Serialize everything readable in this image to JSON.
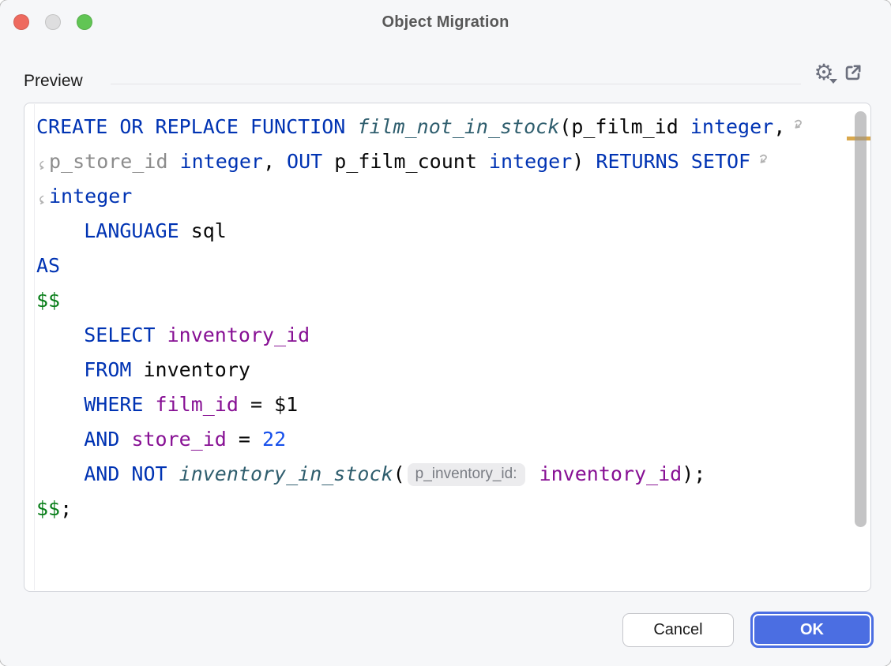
{
  "window": {
    "title": "Object Migration"
  },
  "titlebar": {
    "controls": [
      {
        "name": "close",
        "color": "#EE6A5F"
      },
      {
        "name": "minimize",
        "color": "#DEDEDF"
      },
      {
        "name": "zoom",
        "color": "#61C554"
      }
    ]
  },
  "preview": {
    "label": "Preview",
    "icons": [
      {
        "name": "settings-gear-icon",
        "glyph": "⚙",
        "has_dropdown_caret": true
      },
      {
        "name": "open-in-editor-icon"
      }
    ],
    "icon_color": "#6C707E"
  },
  "editor": {
    "background": "#FFFFFF",
    "error_stripe_color": "#D9A84C",
    "wrap_marker_color": "#B2B2B2",
    "lines": [
      [
        {
          "t": "CREATE OR REPLACE FUNCTION ",
          "y": "kw"
        },
        {
          "t": "film_not_in_stock",
          "y": "fn"
        },
        {
          "t": "(",
          "y": "pl"
        },
        {
          "t": "p_film_id ",
          "y": "pl"
        },
        {
          "t": "integer",
          "y": "kw"
        },
        {
          "t": ",",
          "y": "pl"
        },
        {
          "y": "wrap-end"
        }
      ],
      [
        {
          "y": "wrap-start"
        },
        {
          "t": "p_store_id",
          "y": "gray"
        },
        {
          "t": " ",
          "y": "pl"
        },
        {
          "t": "integer",
          "y": "kw"
        },
        {
          "t": ", ",
          "y": "pl"
        },
        {
          "t": "OUT",
          "y": "kw"
        },
        {
          "t": " p_film_count ",
          "y": "pl"
        },
        {
          "t": "integer",
          "y": "kw"
        },
        {
          "t": ") ",
          "y": "pl"
        },
        {
          "t": "RETURNS SETOF",
          "y": "kw"
        },
        {
          "y": "wrap-end"
        }
      ],
      [
        {
          "y": "wrap-start"
        },
        {
          "t": "integer",
          "y": "kw"
        }
      ],
      [
        {
          "t": "    ",
          "y": "pl"
        },
        {
          "t": "LANGUAGE",
          "y": "kw"
        },
        {
          "t": " sql",
          "y": "pl"
        }
      ],
      [
        {
          "t": "AS",
          "y": "kw"
        }
      ],
      [
        {
          "t": "$$",
          "y": "str"
        }
      ],
      [
        {
          "t": "    ",
          "y": "pl"
        },
        {
          "t": "SELECT",
          "y": "kw"
        },
        {
          "t": " ",
          "y": "pl"
        },
        {
          "t": "inventory_id",
          "y": "col"
        }
      ],
      [
        {
          "t": "    ",
          "y": "pl"
        },
        {
          "t": "FROM",
          "y": "kw"
        },
        {
          "t": " inventory",
          "y": "pl"
        }
      ],
      [
        {
          "t": "    ",
          "y": "pl"
        },
        {
          "t": "WHERE",
          "y": "kw"
        },
        {
          "t": " ",
          "y": "pl"
        },
        {
          "t": "film_id",
          "y": "col"
        },
        {
          "t": " = $1",
          "y": "pl"
        }
      ],
      [
        {
          "t": "    ",
          "y": "pl"
        },
        {
          "t": "AND",
          "y": "kw"
        },
        {
          "t": " ",
          "y": "pl"
        },
        {
          "t": "store_id",
          "y": "col"
        },
        {
          "t": " = ",
          "y": "pl"
        },
        {
          "t": "22",
          "y": "num"
        }
      ],
      [
        {
          "t": "    ",
          "y": "pl"
        },
        {
          "t": "AND NOT",
          "y": "kw"
        },
        {
          "t": " ",
          "y": "pl"
        },
        {
          "t": "inventory_in_stock",
          "y": "fn"
        },
        {
          "t": "(",
          "y": "pl"
        },
        {
          "t": "p_inventory_id:",
          "y": "inlay"
        },
        {
          "t": " ",
          "y": "pl"
        },
        {
          "t": "inventory_id",
          "y": "col"
        },
        {
          "t": ");",
          "y": "pl"
        }
      ],
      [
        {
          "t": "$$",
          "y": "str"
        },
        {
          "t": ";",
          "y": "pl"
        }
      ]
    ]
  },
  "syntax_colors": {
    "kw": "#0033B3",
    "pl": "#080808",
    "fn": "#2F5E6E",
    "gray": "#8C8C8C",
    "col": "#871094",
    "num": "#1750EB",
    "str": "#067D17",
    "inlay_bg": "#ECECEE",
    "inlay_text": "#7A7D84"
  },
  "footer": {
    "cancel_label": "Cancel",
    "ok_label": "OK",
    "ok_accent": "#4B6EE2"
  }
}
